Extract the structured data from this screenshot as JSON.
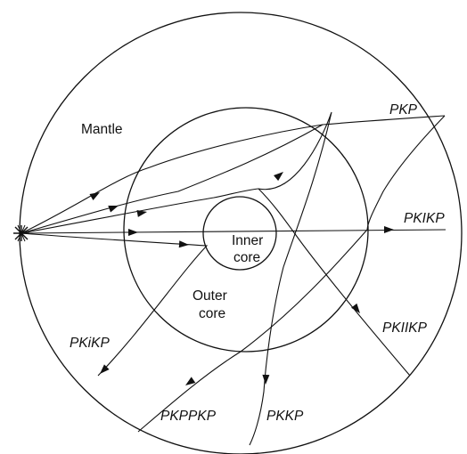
{
  "regions": {
    "mantle": "Mantle",
    "inner_core_line1": "Inner",
    "inner_core_line2": "core",
    "outer_core_line1": "Outer",
    "outer_core_line2": "core"
  },
  "phases": {
    "pkp": "PKP",
    "pkikp": "PKIKP",
    "pkiikp": "PKIIKP",
    "pkikp_reflected": "PKiKP",
    "pkppkp": "PKPPKP",
    "pkkp": "PKKP"
  },
  "source_icon": "star-burst-icon",
  "line_color": "#111111"
}
